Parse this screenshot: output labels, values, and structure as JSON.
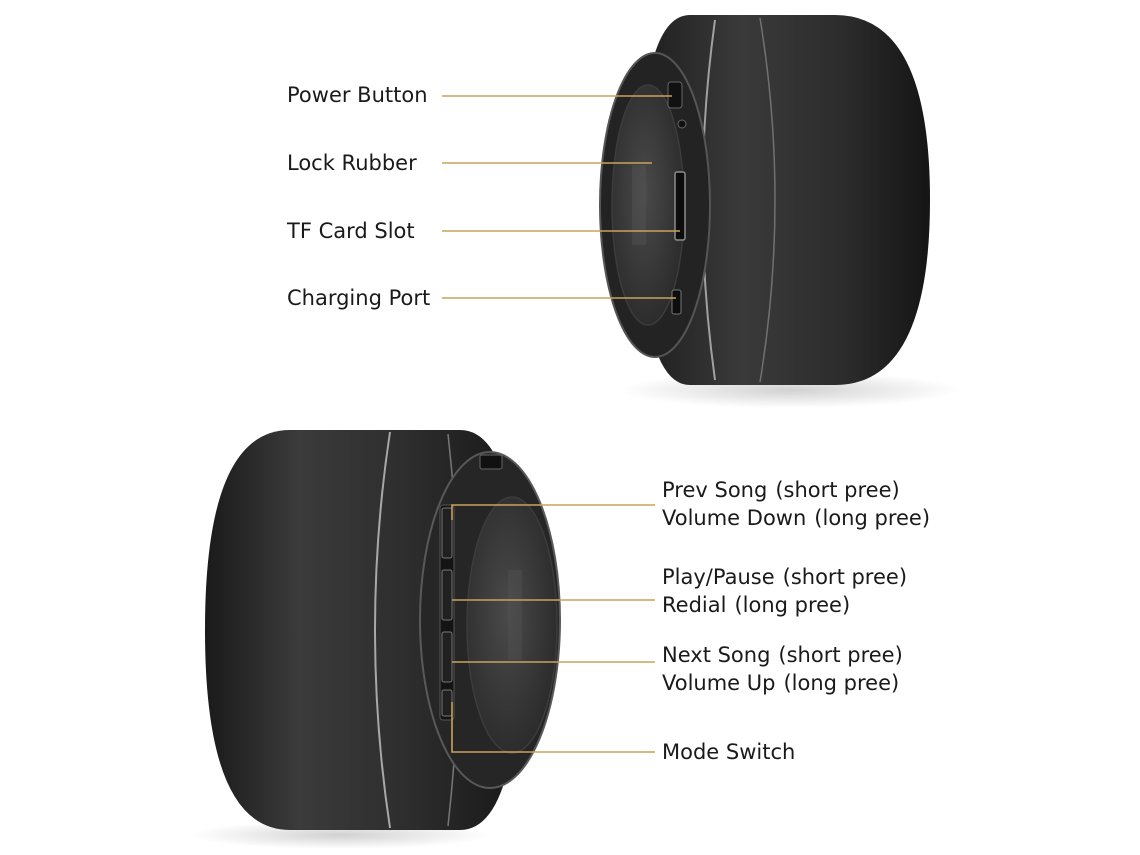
{
  "colors": {
    "leader_line": "#c9a35a",
    "speaker_body": "#2b2b2b",
    "speaker_rim": "#bdbdbd",
    "label_text": "#1a1a1a"
  },
  "top_labels": [
    {
      "text": "Power Button"
    },
    {
      "text": "Lock Rubber"
    },
    {
      "text": "TF Card Slot"
    },
    {
      "text": "Charging Port"
    }
  ],
  "bottom_labels": [
    {
      "line1": "Prev Song",
      "note1": "(short pree)",
      "line2": "Volume Down",
      "note2": "(long pree)"
    },
    {
      "line1": "Play/Pause",
      "note1": "(short pree)",
      "line2": "Redial",
      "note2": "(long pree)"
    },
    {
      "line1": "Next Song",
      "note1": "(short pree)",
      "line2": "Volume Up",
      "note2": "(long pree)"
    },
    {
      "line1": "Mode Switch"
    }
  ]
}
